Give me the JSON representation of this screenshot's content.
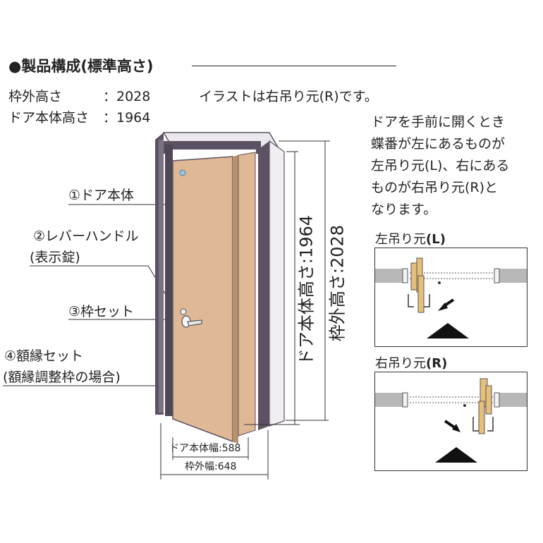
{
  "header": {
    "title": "●製品構成(標準高さ)",
    "spec_frame_label": "枠外高さ",
    "spec_frame_value": "：2028",
    "spec_door_label": "ドア本体高さ",
    "spec_door_value": "：1964",
    "illustration_note": "イラストは右吊り元(R)です。"
  },
  "explanation": {
    "lines": [
      "ドアを手前に開くとき",
      "蝶番が左にあるものが",
      "左吊り元(L)、右にある",
      "ものが右吊り元(R)と",
      "なります。"
    ]
  },
  "parts": {
    "door_body": "①ドア本体",
    "lever_handle": "②レバーハンドル",
    "lever_handle_sub": "(表示錠)",
    "frame_set": "③枠セット",
    "casing_set": "④額縁セット",
    "casing_set_sub": "(額縁調整枠の場合)"
  },
  "dimensions": {
    "door_height": "ドア本体高さ:1964",
    "frame_height": "枠外高さ:2028",
    "door_width": "ドア本体幅:588",
    "frame_width": "枠外幅:648"
  },
  "swing": {
    "left_title": "左吊り元",
    "left_code": "(L)",
    "right_title": "右吊り元",
    "right_code": "(R)"
  },
  "colors": {
    "door_panel": "#dfb896",
    "frame": "#5c5263",
    "hinge_wood": "#e6c07a",
    "wall": "#b8b8b8"
  }
}
